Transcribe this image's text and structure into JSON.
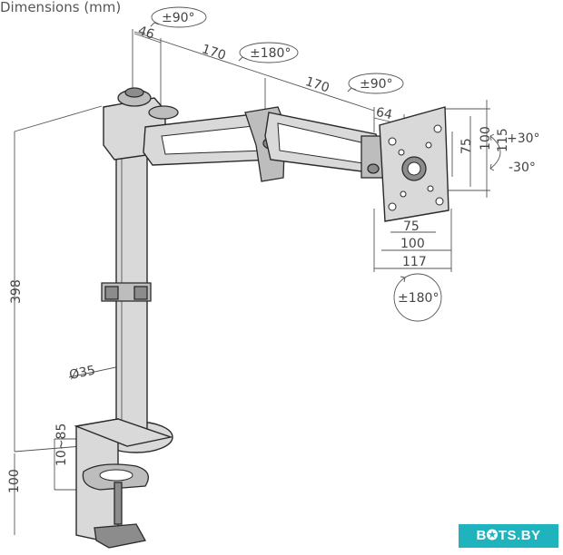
{
  "title": "Dimensions (mm)",
  "dimensions": {
    "width_46": "46",
    "arm1_170": "170",
    "arm2_170": "170",
    "width_64": "64",
    "vesa_75_h": "75",
    "vesa_100_h": "100",
    "plate_115": "115",
    "vesa_75_w": "75",
    "vesa_100_w": "100",
    "plate_117": "117",
    "pole_398": "398",
    "pole_diameter": "Ø35",
    "clamp_range": "10~85",
    "clamp_100": "100"
  },
  "rotations": {
    "top_swivel": "±90°",
    "elbow_swivel": "±180°",
    "head_swivel": "±90°",
    "tilt_up": "+30°",
    "tilt_down": "-30°",
    "rotate": "±180°"
  },
  "watermark": "B✪TS.BY"
}
